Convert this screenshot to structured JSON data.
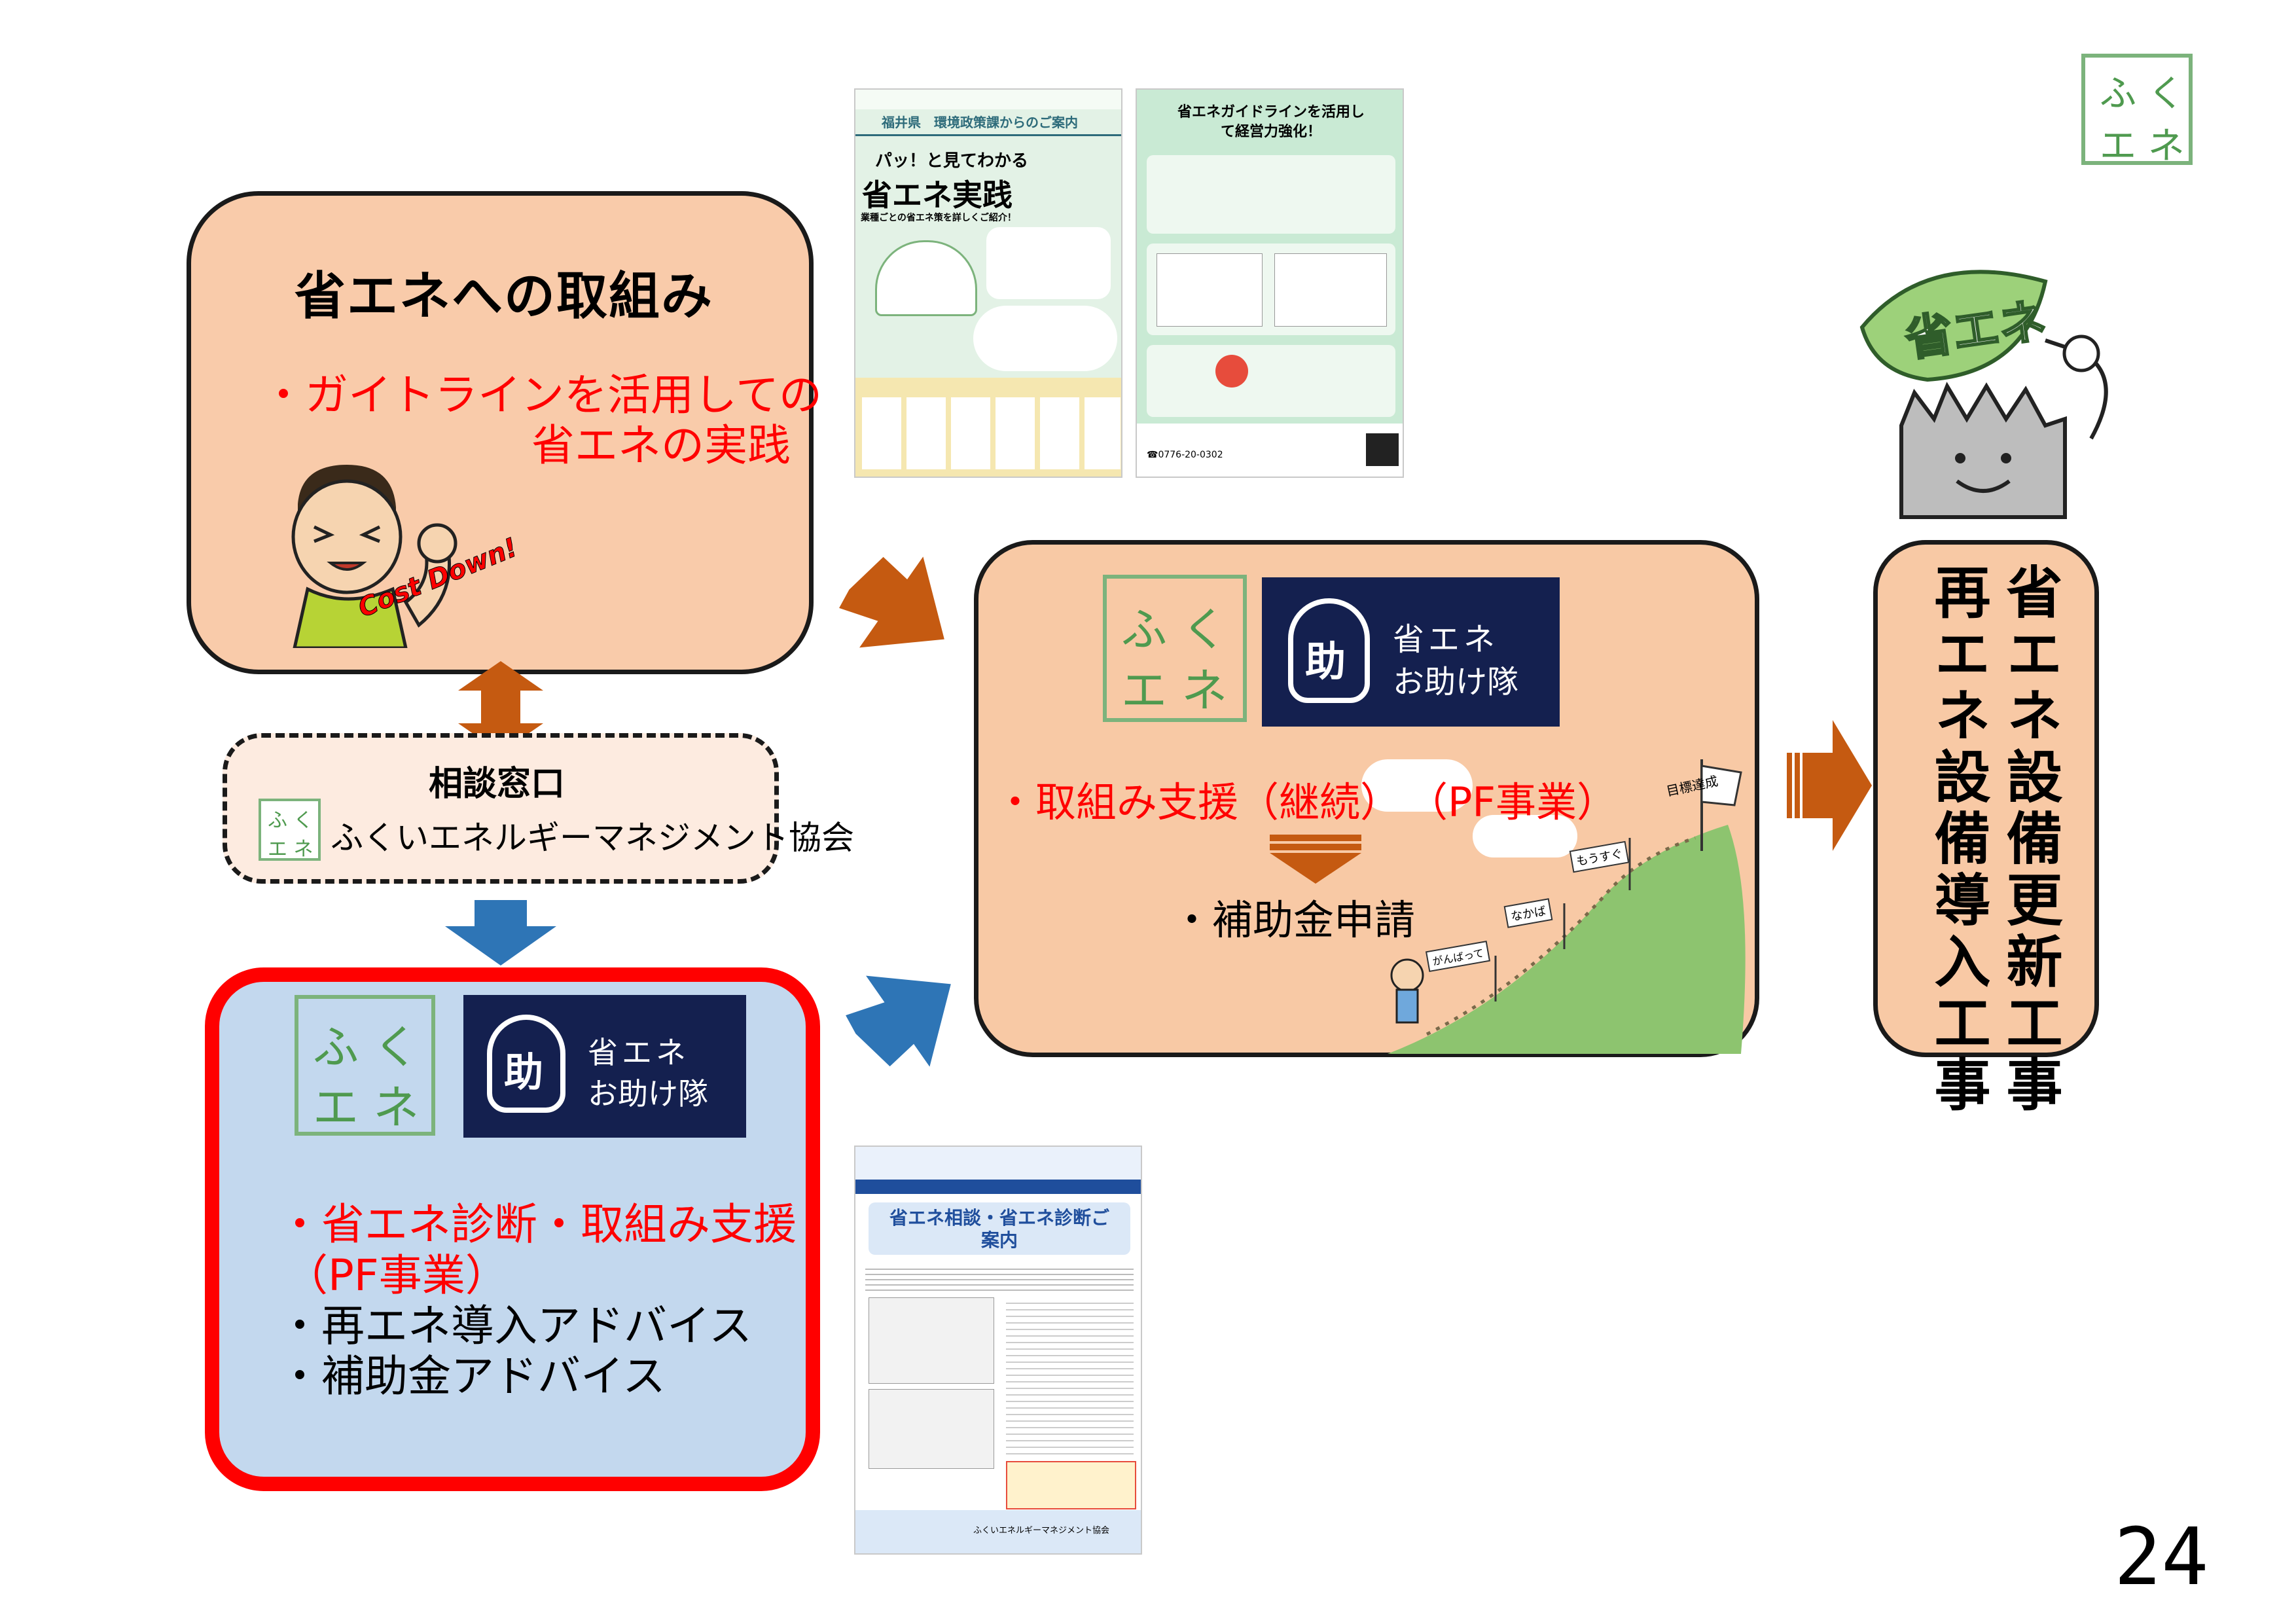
{
  "slide_number": "24",
  "logo": {
    "line1": "ふ く",
    "line2": "エ ネ"
  },
  "box1": {
    "title": "省エネへの取組み",
    "bullet_line1": "・ガイトラインを活用しての",
    "bullet_line2": "省エネの実践",
    "sticker": "Cost Down!"
  },
  "consult": {
    "title": "相談窓口",
    "org": "ふくいエネルギーマネジメント協会",
    "logo_line1": "ふ く",
    "logo_line2": "エ ネ"
  },
  "box2": {
    "logo_line1": "ふ く",
    "logo_line2": "エ ネ",
    "otasuke_line1": "省エネ",
    "otasuke_line2": "お助け隊",
    "otasuke_mark": "助",
    "red1": "・省エネ診断・取組み支援",
    "red2": "（PF事業）",
    "item1": "・再エネ導入アドバイス",
    "item2": "・補助金アドバイス"
  },
  "box3": {
    "logo_line1": "ふ く",
    "logo_line2": "エ ネ",
    "otasuke_line1": "省エネ",
    "otasuke_line2": "お助け隊",
    "otasuke_mark": "助",
    "red1": "・取組み支援（継続）",
    "red2": "（PF事業）",
    "item1": "・補助金申請",
    "signs": [
      "目標達成",
      "もうすぐ",
      "なかば",
      "がんばって"
    ]
  },
  "box4": {
    "col1": "省エネ設備更新工事",
    "col2": "再エネ設備導入工事"
  },
  "mascot": {
    "leaf": "省エネ"
  },
  "flyer1": {
    "header": "福井県　環境政策課からのご案内",
    "catch": "パッ！と見てわかる",
    "title": "省エネ実践",
    "sub": "業種ごとの省エネ策を詳しくご紹介！"
  },
  "flyer2": {
    "title": "省エネガイドラインを活用して経営力強化！",
    "phone": "☎0776-20-0302"
  },
  "flyer3": {
    "title": "省エネ相談・省エネ診断ご案内",
    "org": "ふくいエネルギーマネジメント協会"
  },
  "colors": {
    "orange_arrow": "#c55a11",
    "blue_arrow": "#2e75b6",
    "red_border": "#ff0000",
    "navy": "#14204f"
  }
}
